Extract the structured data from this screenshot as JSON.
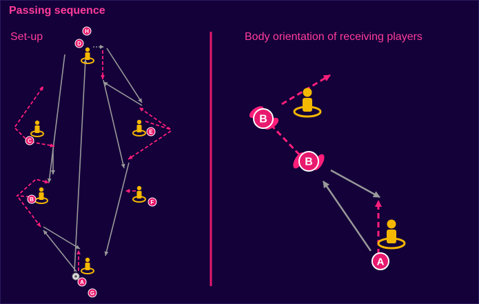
{
  "header": {
    "title": "Passing sequence"
  },
  "left_panel": {
    "subtitle": "Set-up",
    "labels": {
      "A": "A",
      "B": "B",
      "C": "C",
      "D": "D",
      "E": "E",
      "F": "F",
      "G": "G",
      "H": "H"
    }
  },
  "right_panel": {
    "subtitle": "Body orientation of receiving players",
    "labels": {
      "A": "A",
      "B1": "B",
      "B2": "B"
    }
  },
  "colors": {
    "background": "#14013a",
    "accent": "#ff1f7a",
    "player": "#f5b800",
    "pass_arrow": "#9a9a9a",
    "divider": "#e8196e"
  }
}
